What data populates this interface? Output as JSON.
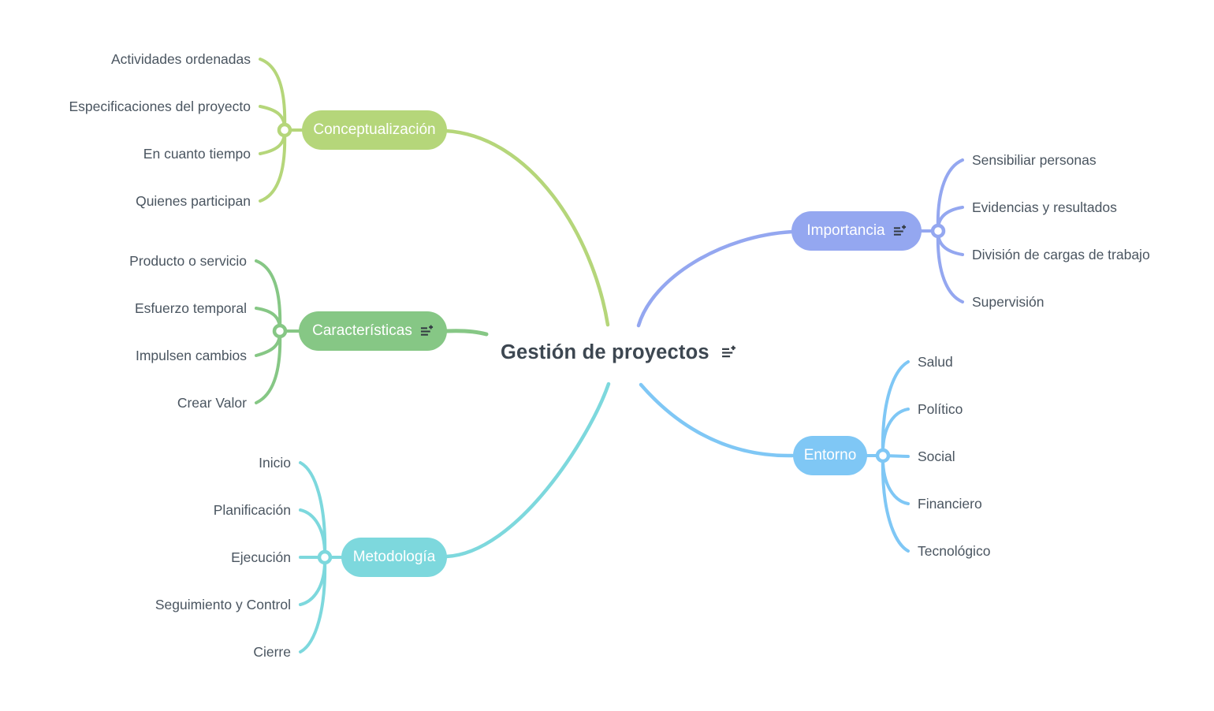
{
  "central": {
    "title": "Gestión de proyectos",
    "note_icon": "add-note-icon"
  },
  "branches": [
    {
      "label": "Conceptualización",
      "color": "#b5d67a",
      "side": "left",
      "has_note_icon": false,
      "children": [
        "Actividades ordenadas",
        "Especificaciones del proyecto",
        "En cuanto tiempo",
        "Quienes participan"
      ]
    },
    {
      "label": "Características",
      "color": "#86c785",
      "side": "left",
      "has_note_icon": true,
      "children": [
        "Producto o servicio",
        "Esfuerzo temporal",
        "Impulsen cambios",
        "Crear Valor"
      ]
    },
    {
      "label": "Metodología",
      "color": "#7dd8dd",
      "side": "left",
      "has_note_icon": false,
      "children": [
        "Inicio",
        "Planificación",
        "Ejecución",
        "Seguimiento y Control",
        "Cierre"
      ]
    },
    {
      "label": "Importancia",
      "color": "#94a7f0",
      "side": "right",
      "has_note_icon": true,
      "children": [
        "Sensibiliar personas",
        "Evidencias y resultados",
        "División de cargas de trabajo",
        "Supervisión"
      ]
    },
    {
      "label": "Entorno",
      "color": "#7fc7f5",
      "side": "right",
      "has_note_icon": false,
      "children": [
        "Salud",
        "Político",
        "Social",
        "Financiero",
        "Tecnológico"
      ]
    }
  ],
  "colors": {
    "background": "#ffffff",
    "child_text": "#4a5560",
    "central_title_text": "#3d4751",
    "note_icon": "#343c44",
    "junction_fill": "#ffffff"
  }
}
